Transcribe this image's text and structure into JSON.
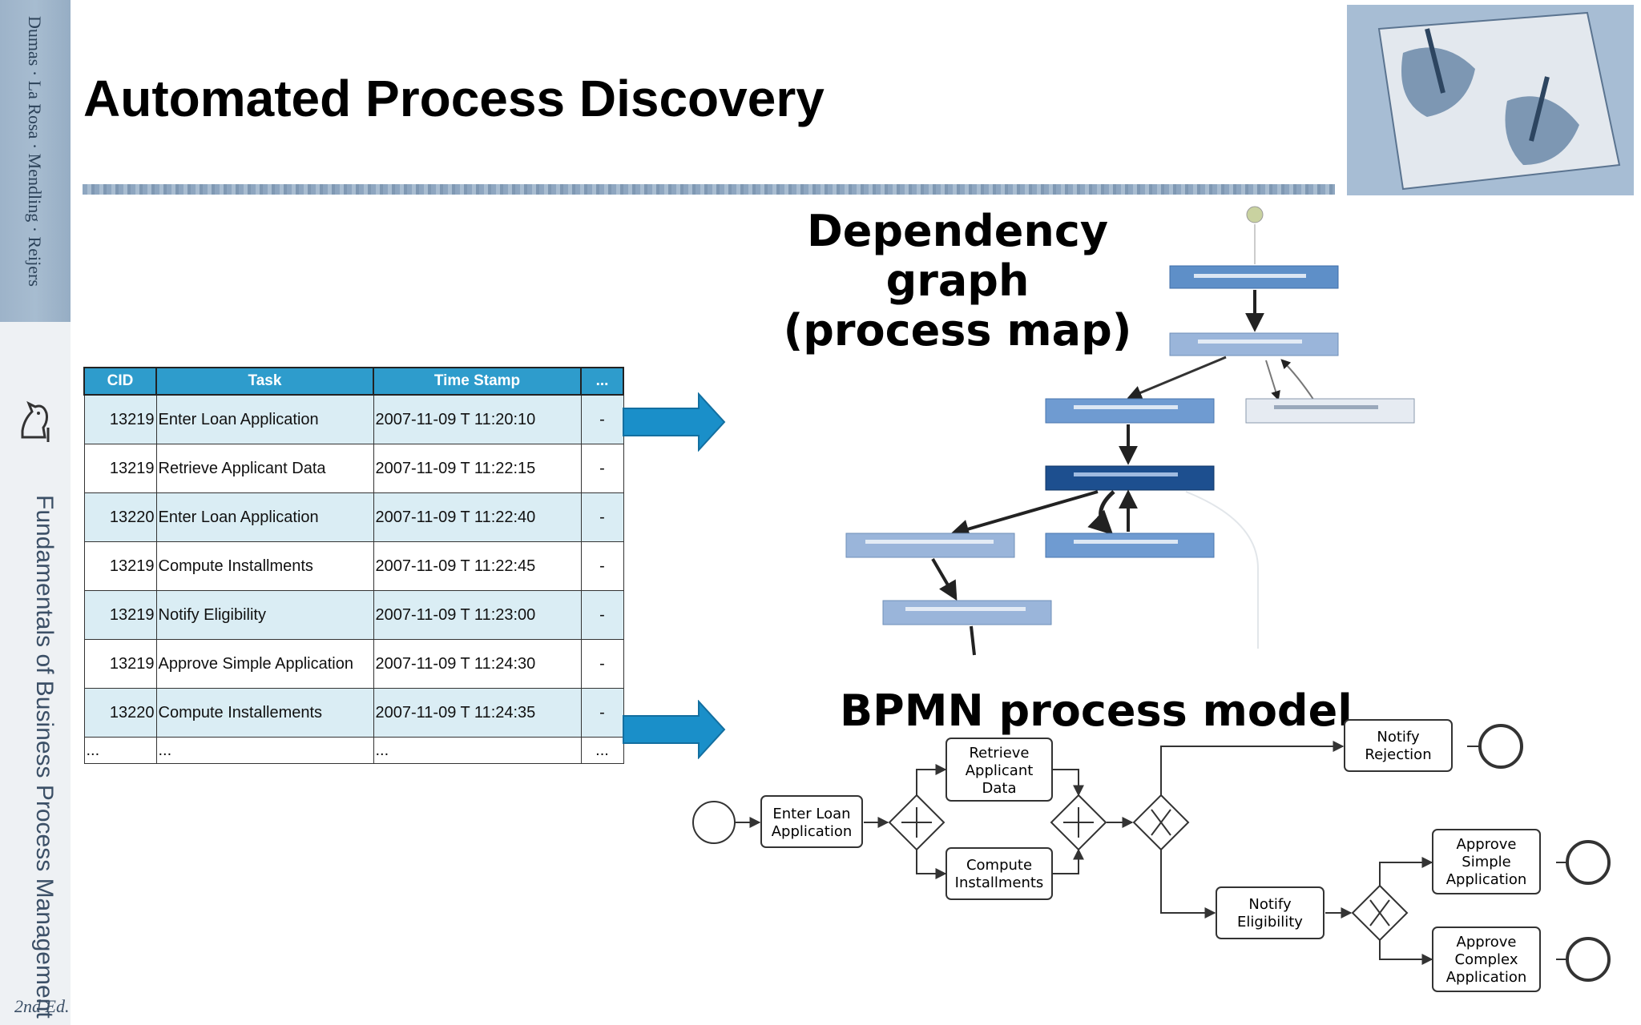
{
  "sidebar": {
    "authors": "Dumas · La Rosa · Mendling · Reijers",
    "book_title": "Fundamentals of Business Process Management",
    "edition": "2nd Ed."
  },
  "page": {
    "title": "Automated Process Discovery"
  },
  "event_log": {
    "columns": [
      "CID",
      "Task",
      "Time Stamp",
      "..."
    ],
    "rows": [
      {
        "cid": "13219",
        "task": "Enter Loan Application",
        "time": "2007-11-09 T 11:20:10",
        "more": "-"
      },
      {
        "cid": "13219",
        "task": "Retrieve Applicant Data",
        "time": "2007-11-09 T 11:22:15",
        "more": "-"
      },
      {
        "cid": "13220",
        "task": "Enter Loan Application",
        "time": "2007-11-09 T 11:22:40",
        "more": "-"
      },
      {
        "cid": "13219",
        "task": "Compute Installments",
        "time": "2007-11-09 T 11:22:45",
        "more": "-"
      },
      {
        "cid": "13219",
        "task": "Notify Eligibility",
        "time": "2007-11-09 T 11:23:00",
        "more": "-"
      },
      {
        "cid": "13219",
        "task": "Approve Simple Application",
        "time": "2007-11-09 T 11:24:30",
        "more": "-"
      },
      {
        "cid": "13220",
        "task": "Compute Installements",
        "time": "2007-11-09 T 11:24:35",
        "more": "-"
      },
      {
        "cid": "...",
        "task": "...",
        "time": "...",
        "more": "..."
      }
    ]
  },
  "dependency_graph": {
    "title_line1": "Dependency graph",
    "title_line2": "(process map)"
  },
  "bpmn": {
    "title": "BPMN process model",
    "tasks": {
      "enter_loan": [
        "Enter Loan",
        "Application"
      ],
      "retrieve": [
        "Retrieve",
        "Applicant",
        "Data"
      ],
      "compute": [
        "Compute",
        "Installments"
      ],
      "notify_rejection": [
        "Notify",
        "Rejection"
      ],
      "notify_eligibility": [
        "Notify",
        "Eligibility"
      ],
      "approve_simple": [
        "Approve",
        "Simple",
        "Application"
      ],
      "approve_complex": [
        "Approve",
        "Complex",
        "Application"
      ]
    }
  },
  "colors": {
    "table_header": "#2e9ccc",
    "table_shade": "#daedf4",
    "arrow": "#1a8fc9",
    "graph_node": "#8fb0d8",
    "graph_node_dark": "#1d4f8f"
  }
}
